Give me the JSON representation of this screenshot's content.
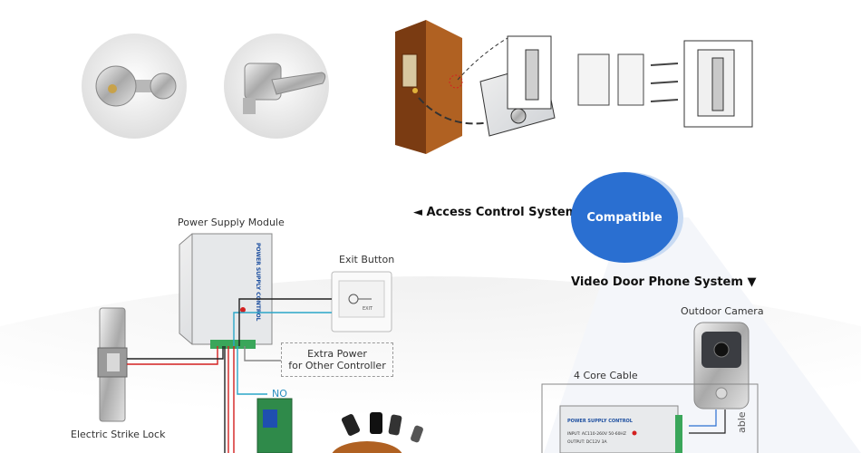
{
  "labels": {
    "power_supply_module": "Power Supply Module",
    "exit_button": "Exit Button",
    "extra_power_line1": "Extra Power",
    "extra_power_line2": "for Other Controller",
    "electric_strike_lock": "Electric Strike Lock",
    "access_control_system": "◄ Access Control System",
    "compatible": "Compatible",
    "video_door_phone_system": "Video Door Phone System ▼",
    "outdoor_camera": "Outdoor Camera",
    "four_core_cable": "4 Core Cable",
    "no_terminal": "NO",
    "cable_fragment": "able",
    "psu_title": "POWER SUPPLY CONTROL",
    "psu_input": "INPUT: AC110-260V 50-60HZ",
    "psu_output": "OUTPUT: DC12V 3A",
    "exit_text": "EXIT"
  },
  "colors": {
    "accent_blue": "#2a6fd1",
    "wire_red": "#d32020",
    "wire_black": "#222222",
    "wire_cyan": "#2aa6c8",
    "door_brown": "#7a3b12"
  }
}
